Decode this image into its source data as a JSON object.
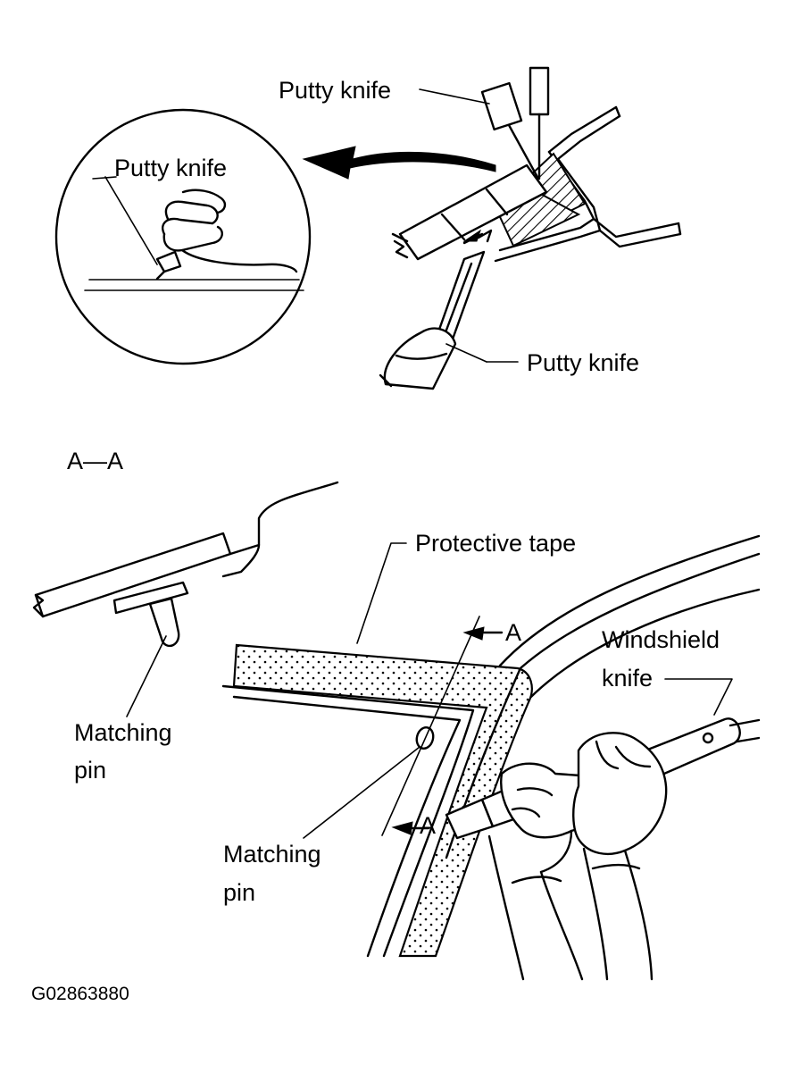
{
  "labels": {
    "putty_knife_top": "Putty knife",
    "putty_knife_inset": "Putty knife",
    "putty_knife_bottom": "Putty knife",
    "section": "A—A",
    "protective_tape": "Protective tape",
    "windshield_knife_line1": "Windshield",
    "windshield_knife_line2": "knife",
    "matching_pin_left_line1": "Matching",
    "matching_pin_left_line2": "pin",
    "matching_pin_center_line1": "Matching",
    "matching_pin_center_line2": "pin",
    "section_mark_upper": "A",
    "section_mark_lower": "A",
    "figure_id": "G02863880"
  },
  "colors": {
    "ink": "#000000",
    "paper": "#ffffff"
  }
}
